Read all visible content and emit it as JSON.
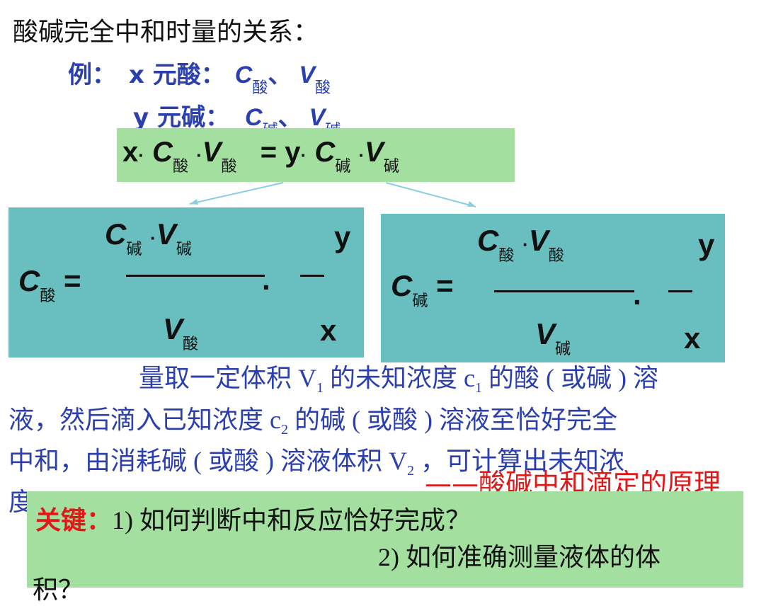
{
  "title": "酸碱完全中和时量的关系：",
  "example": {
    "label": "例：",
    "acid_prefix": "x 元酸：",
    "base_prefix": "y 元碱：",
    "C": "C",
    "V": "V",
    "acid_sub": "酸",
    "base_sub": "碱",
    "sep": "、"
  },
  "equation": {
    "x": "x",
    "y": "y",
    "dot": "·",
    "equals": "=",
    "C": "C",
    "V": "V",
    "acid_sub": "酸",
    "base_sub": "碱"
  },
  "formula_left": {
    "C": "C",
    "V": "V",
    "lhs_sub": "酸",
    "num_sub1": "碱",
    "num_sub2": "碱",
    "den_sub": "酸",
    "equals": "=",
    "dot": "·",
    "period": ".",
    "ratio_num": "y",
    "ratio_den": "x"
  },
  "formula_right": {
    "C": "C",
    "V": "V",
    "lhs_sub": "碱",
    "num_sub1": "酸",
    "num_sub2": "酸",
    "den_sub": "碱",
    "equals": "=",
    "dot": "·",
    "period": ".",
    "ratio_num": "y",
    "ratio_den": "x"
  },
  "paragraph": {
    "line1_a": "量取一定体积 V",
    "line1_sub1": "1",
    "line1_b": " 的未知浓度 c",
    "line1_sub2": "1",
    "line1_c": " 的酸 ( 或碱 ) 溶",
    "line2_a": "液，然后滴入已知浓度 c",
    "line2_sub": "2",
    "line2_b": " 的碱 ( 或酸 ) 溶液至恰好完全",
    "line3_a": "中和，由消耗碱 ( 或酸 ) 溶液体积 V",
    "line3_sub": "2",
    "line3_b": " ，可计算出未知浓",
    "line4": "度"
  },
  "principle": "——酸碱中和滴定的原理",
  "key": {
    "label": "关键：",
    "q1": "1) 如何判断中和反应恰好完成？",
    "q2": "2) 如何准确测量液体的体",
    "q2_cont": "积？"
  },
  "colors": {
    "blue_text": "#2b3fae",
    "red_text": "#e01818",
    "green_box": "#a3e0a0",
    "teal_box": "#69bfbf",
    "arrow": "#88cfe0"
  }
}
